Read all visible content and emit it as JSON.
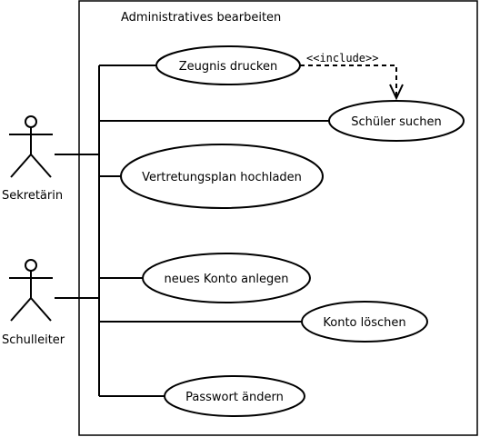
{
  "diagram": {
    "type": "use-case",
    "system": {
      "title": "Administratives bearbeiten"
    },
    "actors": [
      {
        "id": "sekretaerin",
        "label": "Sekretärin"
      },
      {
        "id": "schulleiter",
        "label": "Schulleiter"
      }
    ],
    "use_cases": [
      {
        "id": "zeugnis",
        "label": "Zeugnis drucken"
      },
      {
        "id": "schueler",
        "label": "Schüler suchen"
      },
      {
        "id": "vertretung",
        "label": "Vertretungsplan hochladen"
      },
      {
        "id": "konto_neu",
        "label": "neues Konto anlegen"
      },
      {
        "id": "konto_loeschen",
        "label": "Konto löschen"
      },
      {
        "id": "passwort",
        "label": "Passwort ändern"
      }
    ],
    "relations": [
      {
        "from": "zeugnis",
        "to": "schueler",
        "type": "include",
        "label": "<<include>>"
      }
    ],
    "associations": [
      "zeugnis",
      "schueler",
      "vertretung",
      "konto_neu",
      "konto_loeschen",
      "passwort"
    ]
  }
}
